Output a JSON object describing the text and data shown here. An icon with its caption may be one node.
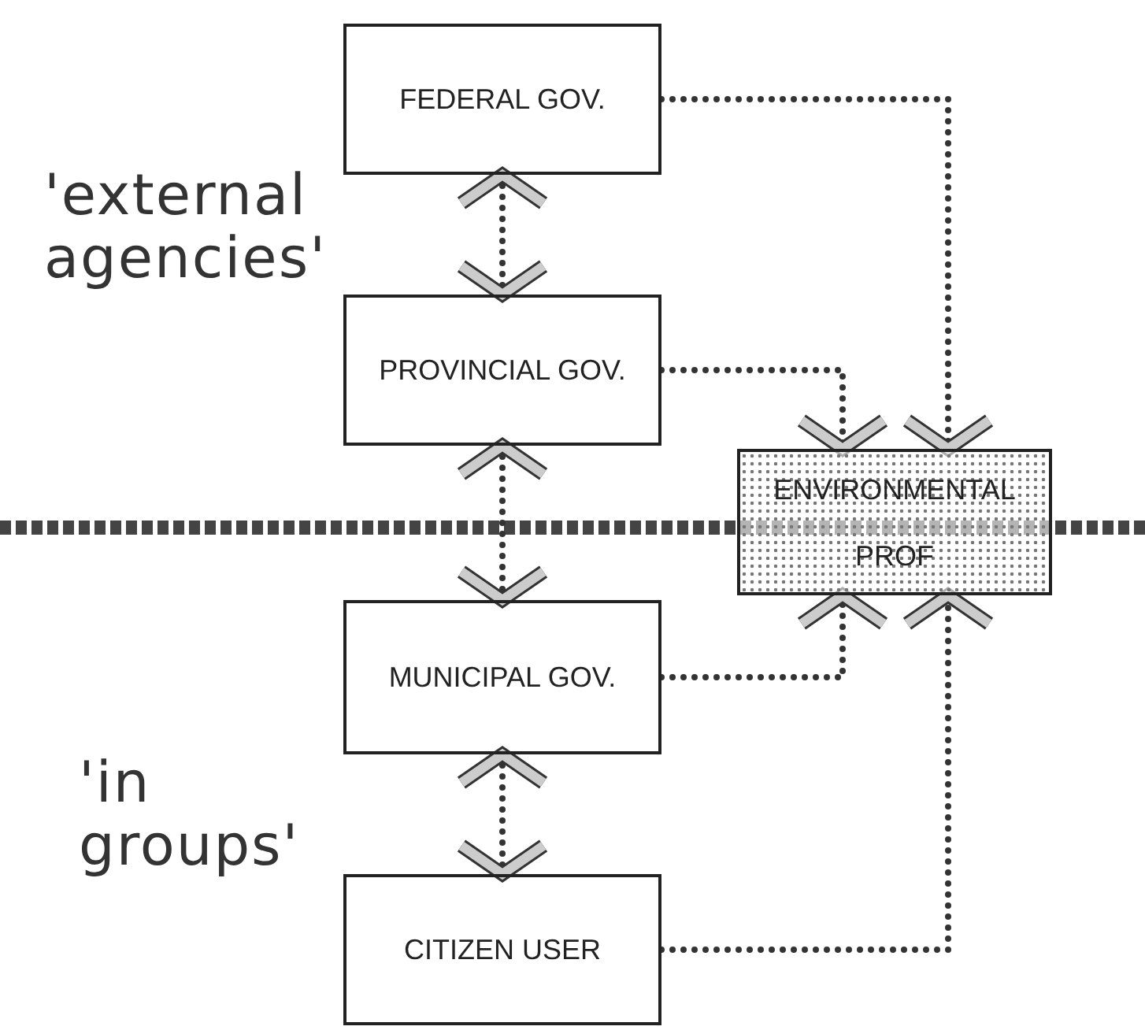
{
  "diagram": {
    "nodes": [
      {
        "text": [
          "FEDERAL GOV."
        ]
      },
      {
        "text": [
          "PROVINCIAL GOV."
        ]
      },
      {
        "text": [
          "ENVIRONMENTAL PROF"
        ]
      },
      {
        "text": [
          "MUNICIPAL GOV."
        ]
      },
      {
        "text": [
          "CITIZEN USER"
        ]
      }
    ],
    "edges": [
      {
        "from": 0,
        "to": 1,
        "arrow": "both"
      },
      {
        "from": 1,
        "to": 3,
        "arrow": "both"
      },
      {
        "from": 3,
        "to": 4,
        "arrow": "both"
      },
      {
        "from": 0,
        "to": 2,
        "arrow": "to"
      },
      {
        "from": 1,
        "to": 2,
        "arrow": "to"
      },
      {
        "from": 3,
        "to": 2,
        "arrow": "to"
      },
      {
        "from": 4,
        "to": 2,
        "arrow": "to"
      }
    ],
    "labels": [
      "'external agencies'",
      "'in groups'"
    ]
  }
}
